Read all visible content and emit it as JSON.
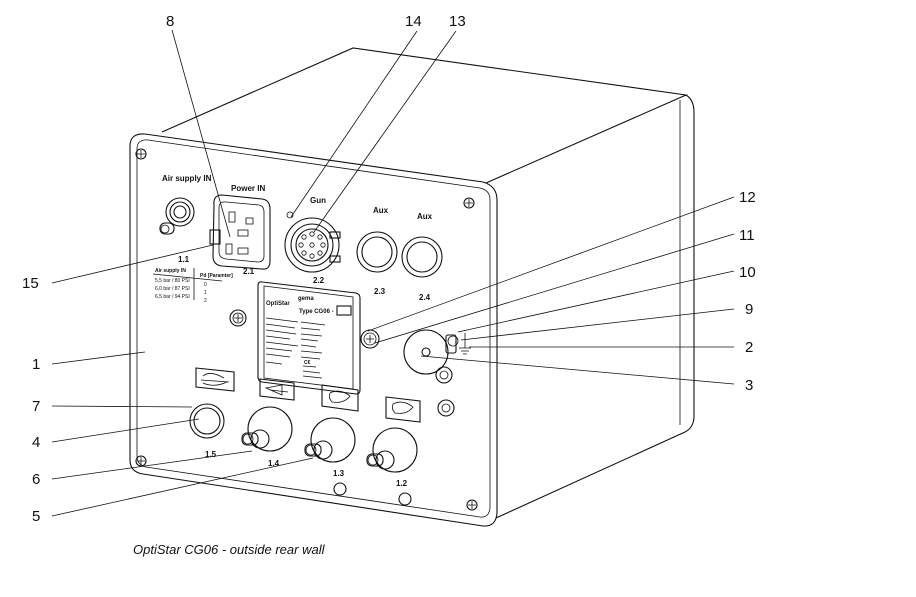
{
  "caption": "OptiStar CG06 - outside rear wall",
  "panel_labels": {
    "air_supply_in": "Air supply IN",
    "power_in": "Power IN",
    "gun": "Gun",
    "aux_a": "Aux",
    "aux_b": "Aux"
  },
  "connector_numbers": {
    "c11": "1.1",
    "c21": "2.1",
    "c22": "2.2",
    "c23": "2.3",
    "c24": "2.4",
    "c15": "1.5",
    "c14": "1.4",
    "c13": "1.3",
    "c12": "1.2"
  },
  "pressure_table": {
    "header_left": "Air supply IN",
    "header_right": "Pd [Paramter]",
    "rows": [
      {
        "range": "5,5 bar / 80 PSI",
        "value": "0"
      },
      {
        "range": "6,0 bar / 87 PSI",
        "value": "1"
      },
      {
        "range": "6,5 bar / 94 PSI",
        "value": "2"
      }
    ]
  },
  "nameplate": {
    "brand": "gema",
    "model": "OptiStar",
    "type_text": "Type CG06 -"
  },
  "callouts": [
    "8",
    "14",
    "13",
    "12",
    "11",
    "10",
    "9",
    "2",
    "3",
    "15",
    "1",
    "7",
    "4",
    "6",
    "5"
  ]
}
